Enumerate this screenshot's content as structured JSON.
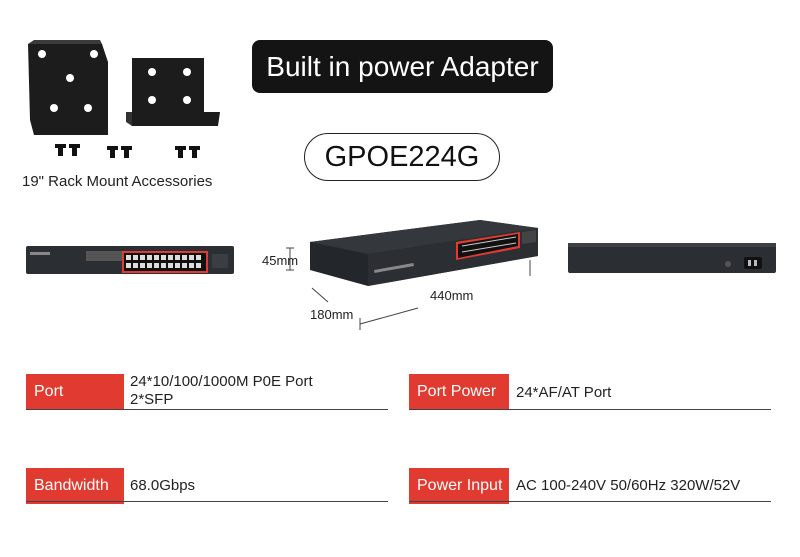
{
  "banner": {
    "text": "Built in power Adapter"
  },
  "model": {
    "text": "GPOE224G"
  },
  "accessories": {
    "caption": "19\" Rack Mount Accessories"
  },
  "dimensions": {
    "height": "45mm",
    "width": "440mm",
    "depth": "180mm"
  },
  "specs": [
    {
      "label": "Port",
      "values": [
        "24*10/100/1000M P0E Port",
        "2*SFP"
      ]
    },
    {
      "label": "Port Power",
      "values": [
        "24*AF/AT Port"
      ]
    },
    {
      "label": "Bandwidth",
      "values": [
        "68.0Gbps"
      ]
    },
    {
      "label": "Power Input",
      "values": [
        "AC 100-240V 50/60Hz 320W/52V"
      ]
    }
  ],
  "colors": {
    "accent": "#e03a31",
    "banner_bg": "#141414",
    "device_body": "#2b2f33"
  }
}
